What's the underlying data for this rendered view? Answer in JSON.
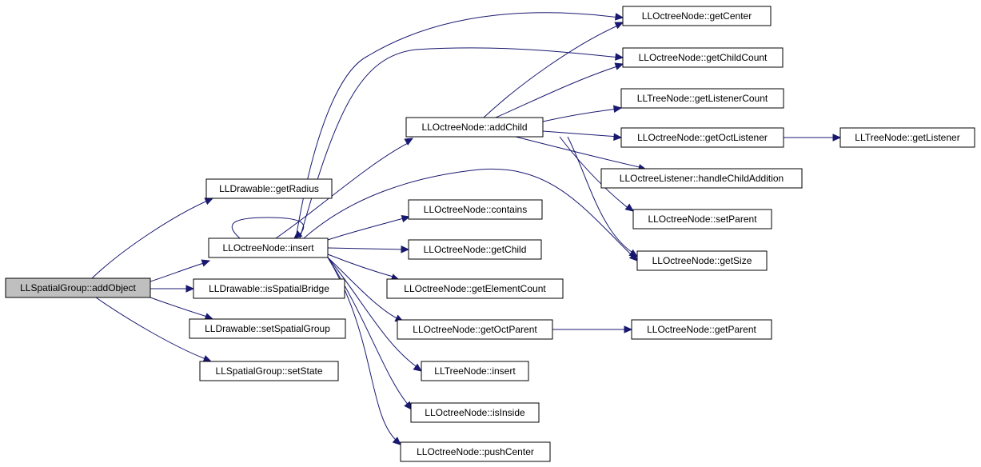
{
  "colors": {
    "edge": "#191970",
    "root_fill": "#bfbfbf",
    "node_fill": "#ffffff",
    "border": "#000000"
  },
  "nodes": {
    "addObject": "LLSpatialGroup::addObject",
    "getRadius": "LLDrawable::getRadius",
    "insert": "LLOctreeNode::insert",
    "isSpatialBridge": "LLDrawable::isSpatialBridge",
    "setSpatialGroup": "LLDrawable::setSpatialGroup",
    "setState": "LLSpatialGroup::setState",
    "addChild": "LLOctreeNode::addChild",
    "contains": "LLOctreeNode::contains",
    "getChild": "LLOctreeNode::getChild",
    "getElementCount": "LLOctreeNode::getElementCount",
    "getOctParent": "LLOctreeNode::getOctParent",
    "treeInsert": "LLTreeNode::insert",
    "isInside": "LLOctreeNode::isInside",
    "pushCenter": "LLOctreeNode::pushCenter",
    "getCenter": "LLOctreeNode::getCenter",
    "getChildCount": "LLOctreeNode::getChildCount",
    "getListenerCount": "LLTreeNode::getListenerCount",
    "getOctListener": "LLOctreeNode::getOctListener",
    "handleChildAddition": "LLOctreeListener::handleChildAddition",
    "setParent": "LLOctreeNode::setParent",
    "getSize": "LLOctreeNode::getSize",
    "getListener": "LLTreeNode::getListener",
    "getParent": "LLOctreeNode::getParent"
  },
  "edges": [
    {
      "from": "addObject",
      "to": "getRadius"
    },
    {
      "from": "addObject",
      "to": "insert"
    },
    {
      "from": "addObject",
      "to": "isSpatialBridge"
    },
    {
      "from": "addObject",
      "to": "setSpatialGroup"
    },
    {
      "from": "addObject",
      "to": "setState"
    },
    {
      "from": "insert",
      "to": "insert"
    },
    {
      "from": "insert",
      "to": "addChild"
    },
    {
      "from": "insert",
      "to": "contains"
    },
    {
      "from": "insert",
      "to": "getChild"
    },
    {
      "from": "insert",
      "to": "getElementCount"
    },
    {
      "from": "insert",
      "to": "getOctParent"
    },
    {
      "from": "insert",
      "to": "treeInsert"
    },
    {
      "from": "insert",
      "to": "isInside"
    },
    {
      "from": "insert",
      "to": "pushCenter"
    },
    {
      "from": "insert",
      "to": "getCenter"
    },
    {
      "from": "insert",
      "to": "getChildCount"
    },
    {
      "from": "insert",
      "to": "getSize"
    },
    {
      "from": "addChild",
      "to": "getCenter"
    },
    {
      "from": "addChild",
      "to": "getChildCount"
    },
    {
      "from": "addChild",
      "to": "getListenerCount"
    },
    {
      "from": "addChild",
      "to": "getOctListener"
    },
    {
      "from": "addChild",
      "to": "handleChildAddition"
    },
    {
      "from": "addChild",
      "to": "setParent"
    },
    {
      "from": "addChild",
      "to": "getSize"
    },
    {
      "from": "getOctListener",
      "to": "getListener"
    },
    {
      "from": "getOctParent",
      "to": "getParent"
    }
  ]
}
